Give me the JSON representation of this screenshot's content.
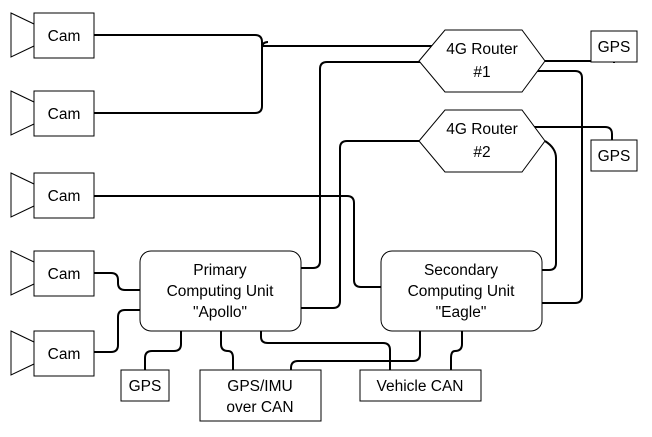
{
  "diagram": {
    "cameras": [
      {
        "label": "Cam"
      },
      {
        "label": "Cam"
      },
      {
        "label": "Cam"
      },
      {
        "label": "Cam"
      },
      {
        "label": "Cam"
      }
    ],
    "routers": [
      {
        "line1": "4G Router",
        "line2": "#1"
      },
      {
        "line1": "4G Router",
        "line2": "#2"
      }
    ],
    "router_gps": [
      {
        "label": "GPS"
      },
      {
        "label": "GPS"
      }
    ],
    "primary_unit": {
      "line1": "Primary",
      "line2": "Computing Unit",
      "line3": "\"Apollo\""
    },
    "secondary_unit": {
      "line1": "Secondary",
      "line2": "Computing Unit",
      "line3": "\"Eagle\""
    },
    "bottom_gps": {
      "label": "GPS"
    },
    "gps_imu": {
      "line1": "GPS/IMU",
      "line2": "over CAN"
    },
    "vehicle_can": {
      "label": "Vehicle CAN"
    }
  }
}
